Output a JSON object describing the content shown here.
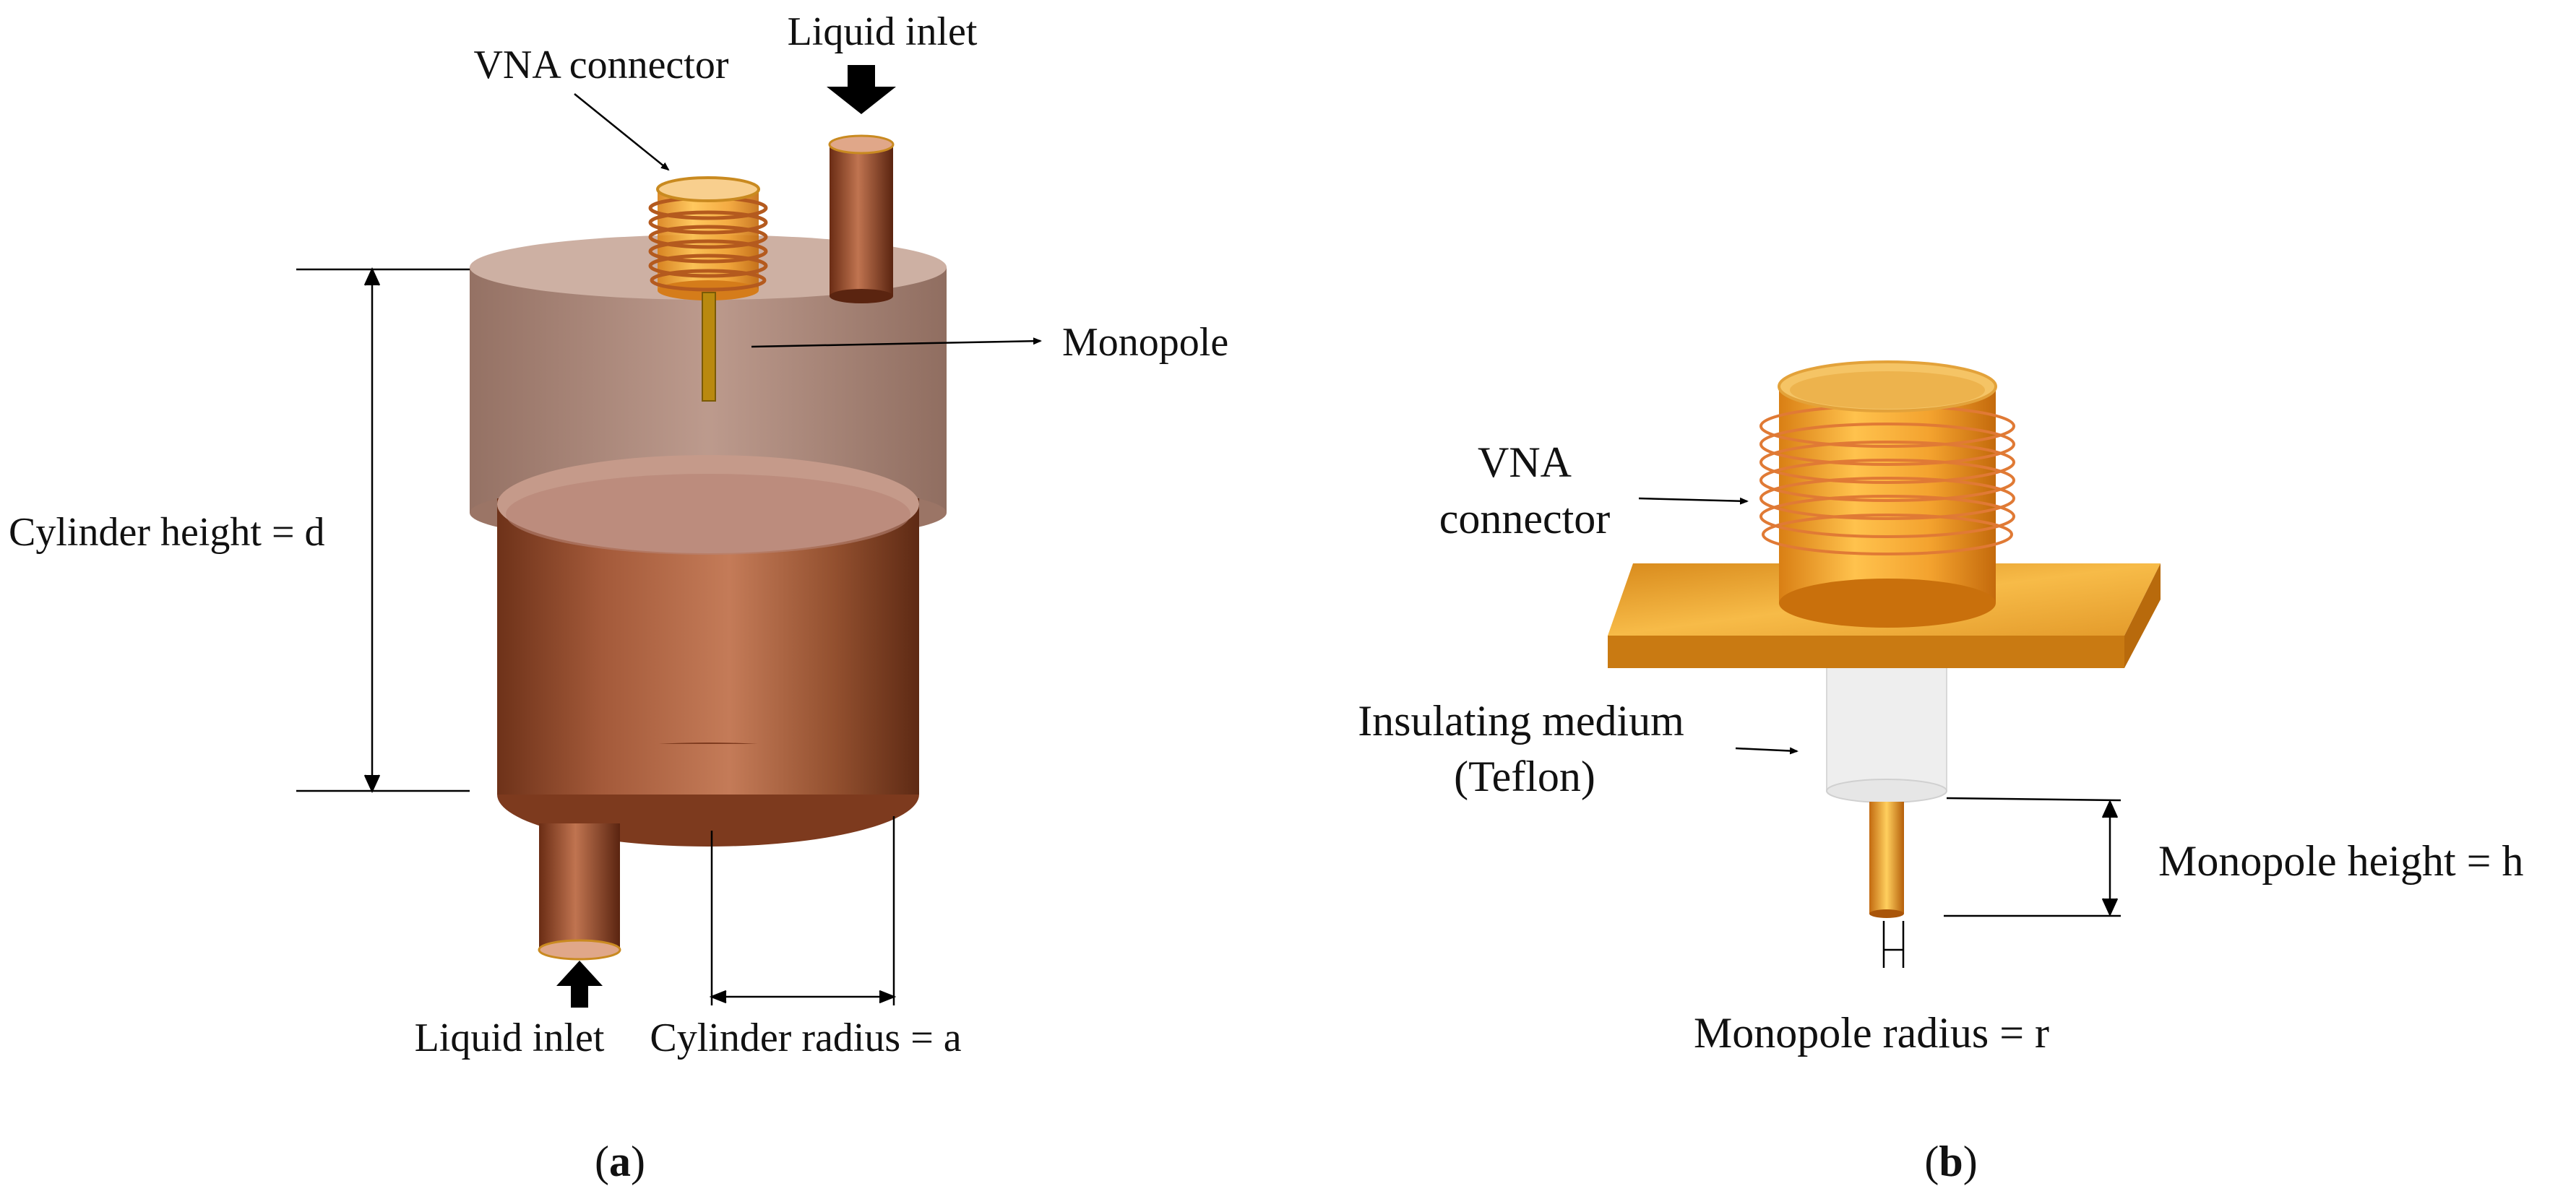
{
  "panel_a": {
    "caption_open": "(",
    "caption_letter": "a",
    "caption_close": ")",
    "labels": {
      "vna_connector": "VNA connector",
      "liquid_inlet_top": "Liquid inlet",
      "monopole": "Monopole",
      "cylinder_height": "Cylinder height =  d",
      "liquid_inlet_bottom": "Liquid inlet",
      "cylinder_radius": "Cylinder radius = a"
    }
  },
  "panel_b": {
    "caption_open": "(",
    "caption_letter": "b",
    "caption_close": ")",
    "labels": {
      "vna_line1": "VNA",
      "vna_line2": "connector",
      "insulating_line1": "Insulating medium",
      "insulating_line2": "(Teflon)",
      "monopole_height": "Monopole height = h",
      "monopole_radius": "Monopole radius = r"
    }
  },
  "colors": {
    "copper": "#8a4a2c",
    "copper_light": "#c98a66",
    "gold": "#e8a12a",
    "gold_light": "#ffd27a",
    "teflon": "#eeeeee",
    "arrow": "#000000"
  }
}
